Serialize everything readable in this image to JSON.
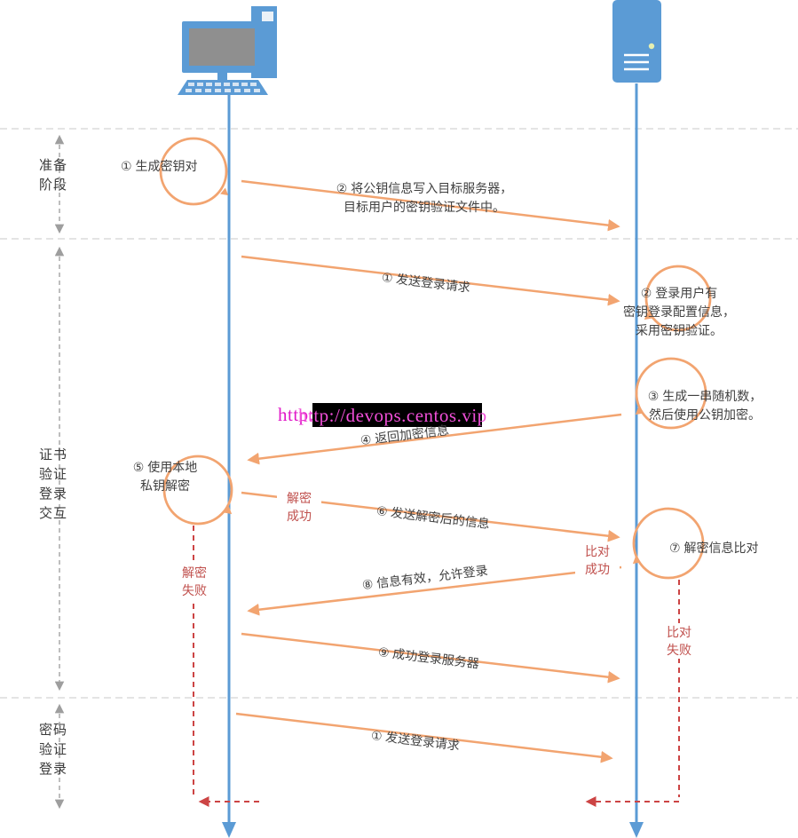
{
  "watermark": {
    "text": "http://devops.centos.vip"
  },
  "phases": {
    "prepare": "准备\n阶段",
    "cert_login": "证书\n验证\n登录\n交互",
    "password_login": "密码\n验证\n登录"
  },
  "prepare_steps": {
    "gen_keypair": "① 生成密钥对",
    "write_pubkey": "② 将公钥信息写入目标服务器，\n目标用户的密钥验证文件中。"
  },
  "cert_steps": {
    "send_login_request": "① 发送登录请求",
    "server_key_config": "② 登录用户有\n密钥登录配置信息，\n采用密钥验证。",
    "gen_random": "③ 生成一串随机数，\n然后使用公钥加密。",
    "return_encrypted": "④ 返回加密信息",
    "local_decrypt": "⑤ 使用本地\n私钥解密",
    "send_decrypted": "⑥ 发送解密后的信息",
    "compare_decrypted": "⑦ 解密信息比对",
    "allow_login": "⑧ 信息有效，允许登录",
    "login_success": "⑨ 成功登录服务器"
  },
  "password_steps": {
    "send_login_request": "① 发送登录请求"
  },
  "status_labels": {
    "decrypt_ok": "解密\n成功",
    "decrypt_fail": "解密\n失败",
    "compare_ok": "比对\n成功",
    "compare_fail": "比对\n失败"
  },
  "colors": {
    "lifeline_blue": "#5B9BD5",
    "arrow_orange": "#F2A470",
    "fail_red": "#C0504D",
    "watermark_magenta": "#E018C8"
  }
}
